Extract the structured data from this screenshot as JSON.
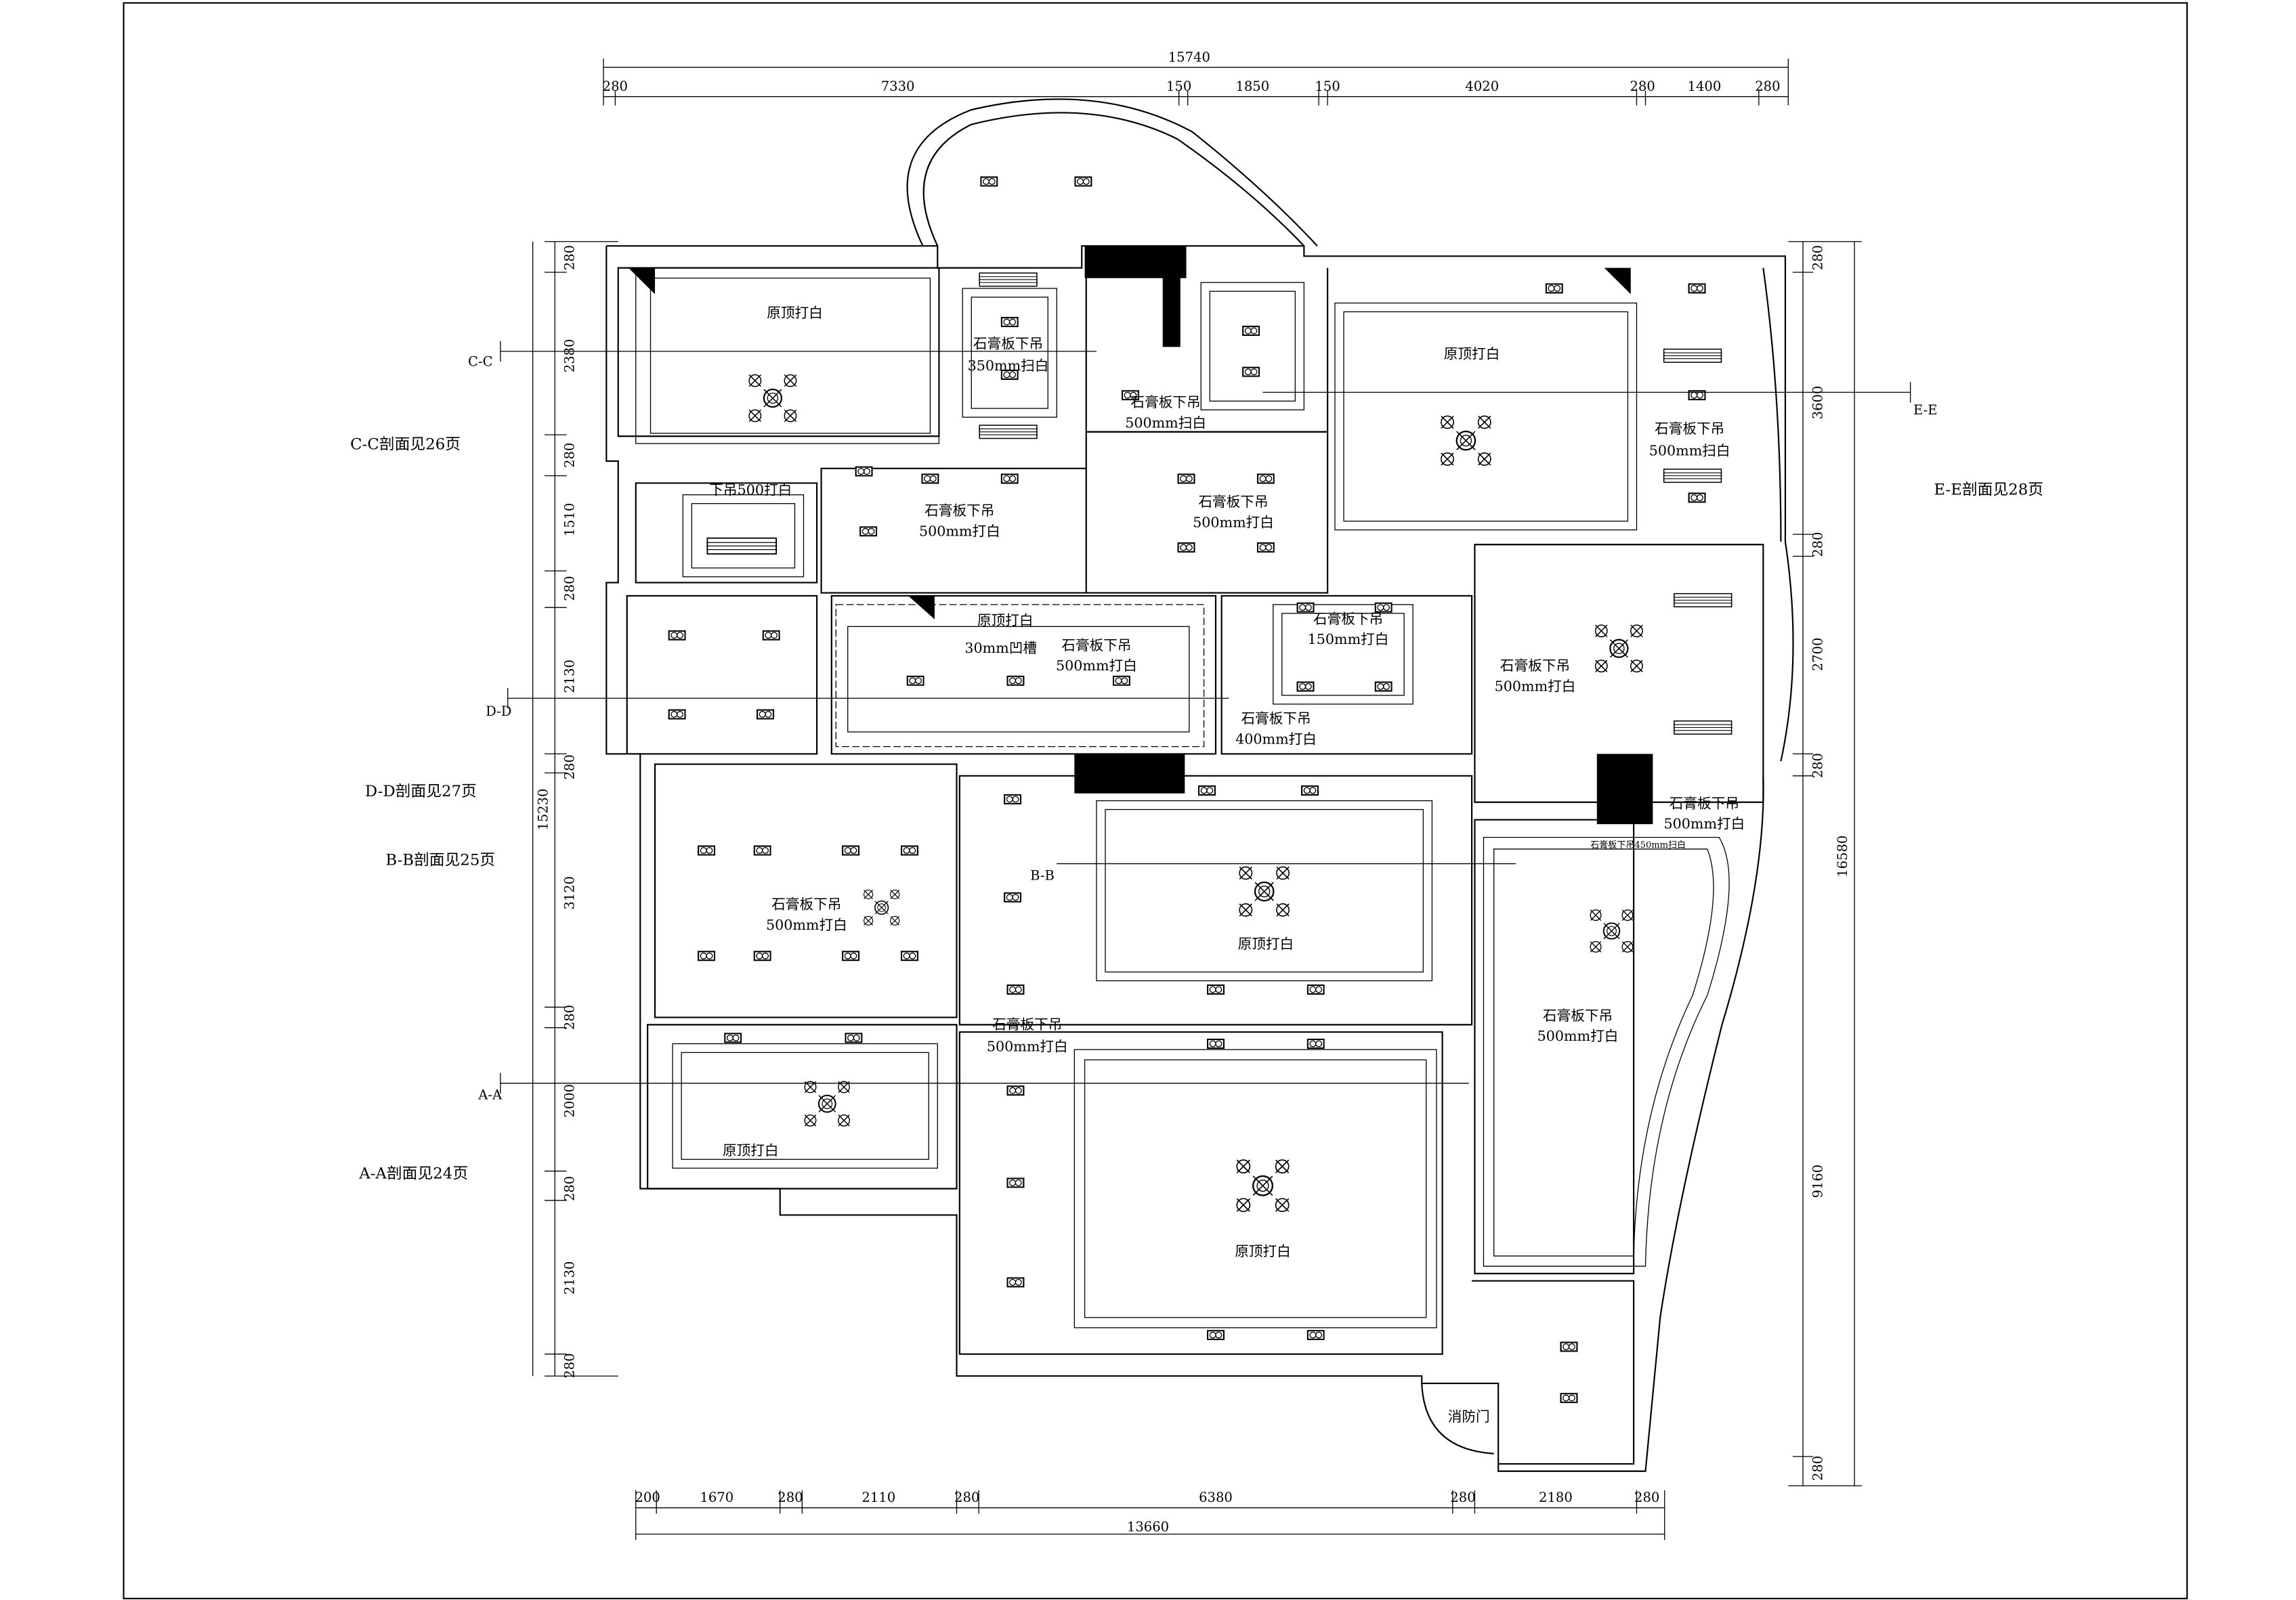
{
  "drawing": {
    "type": "reflected ceiling plan",
    "line_color": "#000000",
    "background": "#ffffff"
  },
  "dims_top": {
    "overall": "15740",
    "segments": [
      "280",
      "7330",
      "150",
      "1850",
      "150",
      "4020",
      "280",
      "1400",
      "280"
    ]
  },
  "dims_bottom": {
    "overall": "13660",
    "segments": [
      "200",
      "1670",
      "280",
      "2110",
      "280",
      "6380",
      "280",
      "2180",
      "280"
    ]
  },
  "dims_left": {
    "overall": "15230",
    "segments": [
      "280",
      "2380",
      "280",
      "1510",
      "280",
      "2130",
      "280",
      "3120",
      "280",
      "2000",
      "280",
      "2130",
      "280"
    ]
  },
  "dims_right": {
    "overall": "16580",
    "segments": [
      "280",
      "3600",
      "280",
      "2700",
      "280",
      "9160",
      "280"
    ]
  },
  "sections": {
    "cc": "C-C",
    "dd": "D-D",
    "aa": "A-A",
    "ee": "E-E",
    "bb": "B-B"
  },
  "notes": {
    "cc": "C-C剖面见26页",
    "dd": "D-D剖面见27页",
    "bb": "B-B剖面见25页",
    "aa": "A-A剖面见24页",
    "ee": "E-E剖面见28页"
  },
  "labels": {
    "orig": "原顶打白",
    "gyp": "石膏板下吊",
    "h350": "350mm扫白",
    "h500s": "500mm扫白",
    "h500": "500mm打白",
    "h400": "400mm打白",
    "h150": "150mm打白",
    "drop500": "下吊500打白",
    "groove": "30mm凹槽",
    "gyp450": "石膏板下吊450mm扫白",
    "firedoor": "消防门"
  }
}
